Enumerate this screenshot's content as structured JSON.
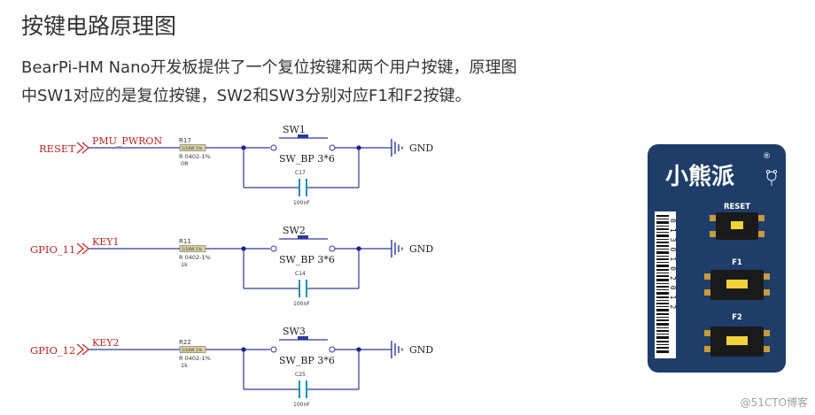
{
  "heading": "按键电路原理图",
  "intro": {
    "line1": "BearPi-HM Nano开发板提供了一个复位按键和两个用户按键，原理图",
    "line2": "中SW1对应的是复位按键，SW2和SW3分别对应F1和F2按键。"
  },
  "schematic": {
    "circuits": [
      {
        "port": "RESET",
        "net": "PMU_PWRON",
        "resistor": "R17",
        "resistor_tag": "1/16W 1%",
        "resistor_pkg": "R 0402-1%",
        "resistor_val": "0R",
        "switch": "SW1",
        "switch_type": "SW_BP 3*6",
        "cap": "C17",
        "cap_val": "100nF",
        "ground": "GND"
      },
      {
        "port": "GPIO_11",
        "net": "KEY1",
        "resistor": "R11",
        "resistor_tag": "1/16W 1%",
        "resistor_pkg": "R 0402-1%",
        "resistor_val": "1k",
        "switch": "SW2",
        "switch_type": "SW_BP 3*6",
        "cap": "C14",
        "cap_val": "100nF",
        "ground": "GND"
      },
      {
        "port": "GPIO_12",
        "net": "KEY2",
        "resistor": "R22",
        "resistor_tag": "1/16W 1%",
        "resistor_pkg": "R 0402-1%",
        "resistor_val": "1k",
        "switch": "SW3",
        "switch_type": "SW_BP 3*6",
        "cap": "C25",
        "cap_val": "100nF",
        "ground": "GND"
      }
    ]
  },
  "board": {
    "brand": "小熊派",
    "registered": "®",
    "barcode_number": "0130102012",
    "buttons": [
      "RESET",
      "F1",
      "F2"
    ],
    "colors": {
      "board": "#1f3d69",
      "button_body": "#1a1a1a",
      "button_cap": "#f2d13a",
      "pins": "#c89a3a"
    }
  },
  "watermark": "@51CTO博客",
  "colors": {
    "wire": "#2b3a9a",
    "label": "#c0231f",
    "junction": "#1a1a8a",
    "cap": "#1f8fb6",
    "resistor_fill": "#dcd3a0"
  }
}
